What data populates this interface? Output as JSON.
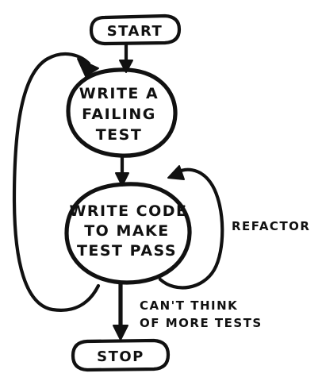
{
  "nodes": {
    "start": {
      "label": "START"
    },
    "write_failing_test": {
      "lines": [
        "WRITE A",
        "FAILING",
        "TEST"
      ]
    },
    "write_code": {
      "lines": [
        "WRITE CODE",
        "TO MAKE",
        "TEST PASS"
      ]
    },
    "stop": {
      "label": "STOP"
    }
  },
  "edges": {
    "refactor": {
      "label": "REFACTOR"
    },
    "cant_think": {
      "lines": [
        "CAN'T THINK",
        "OF MORE TESTS"
      ]
    }
  },
  "colors": {
    "ink": "#111111",
    "paper": "#ffffff"
  }
}
